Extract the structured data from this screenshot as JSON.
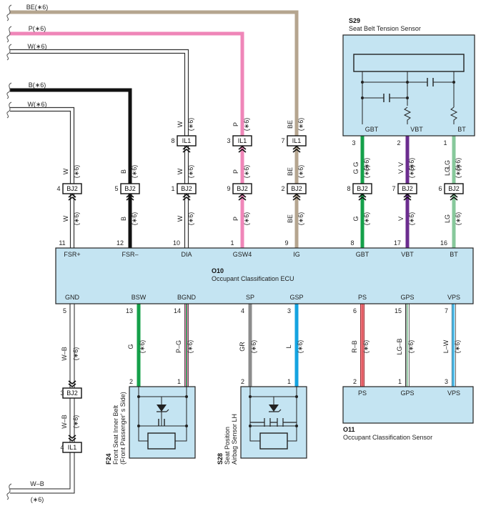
{
  "colors": {
    "box_fill": "#c4e4f2",
    "line": "#333333",
    "BE": "#b5a58f",
    "P": "#ef86b8",
    "W": "#ffffff",
    "B": "#111111",
    "G": "#15a04a",
    "V": "#6b2d8f",
    "LG": "#87c89b",
    "GR": "#8c8c8c",
    "L": "#14a3e0",
    "R": "#e0303a",
    "PG": "#ef86b8"
  },
  "sensor_s29": {
    "code": "S29",
    "name": "Seat Belt Tension Sensor",
    "pins": [
      "GBT",
      "VBT",
      "BT"
    ]
  },
  "ecu_o10": {
    "code": "O10",
    "name": "Occupant Classification ECU",
    "top_pins": [
      "FSR+",
      "FSR–",
      "DIA",
      "GSW4",
      "IG",
      "GBT",
      "VBT",
      "BT"
    ],
    "bottom_pins": [
      "GND",
      "BSW",
      "BGND",
      "SP",
      "GSP",
      "PS",
      "GPS",
      "VPS"
    ]
  },
  "sensor_f24": {
    "code": "F24",
    "name_line1": "Front Seat Inner Belt",
    "name_line2": "(Front Passenger' s Side)"
  },
  "sensor_s28": {
    "code": "S28",
    "name_line1": "Seat Position",
    "name_line2": "Airbag Sensor LH"
  },
  "sensor_o11": {
    "code": "O11",
    "name": "Occupant Classification Sensor",
    "pins": [
      "PS",
      "GPS",
      "VPS"
    ]
  },
  "connectors": {
    "bj2": "BJ2",
    "il1": "IL1"
  },
  "mark": "(∗6)",
  "top_wires": [
    {
      "label": "BE(∗6)"
    },
    {
      "label": "P(∗6)"
    },
    {
      "label": "W(∗6)"
    },
    {
      "label": "B(∗6)"
    },
    {
      "label": "W(∗6)"
    }
  ],
  "columns": [
    {
      "il1_pin": "",
      "il1_color": "",
      "bj2_pin": "4",
      "bj2_color": "W",
      "ecu_pin": "11",
      "ecu_color": "W"
    },
    {
      "il1_pin": "",
      "il1_color": "",
      "bj2_pin": "5",
      "bj2_color": "B",
      "ecu_pin": "12",
      "ecu_color": "B"
    },
    {
      "il1_pin": "8",
      "il1_color": "W",
      "bj2_pin": "1",
      "bj2_color": "W",
      "ecu_pin": "10",
      "ecu_color": "W"
    },
    {
      "il1_pin": "3",
      "il1_color": "P",
      "bj2_pin": "9",
      "bj2_color": "P",
      "ecu_pin": "1",
      "ecu_color": "P"
    },
    {
      "il1_pin": "7",
      "il1_color": "BE",
      "bj2_pin": "2",
      "bj2_color": "BE",
      "ecu_pin": "9",
      "ecu_color": "BE"
    },
    {
      "s29_pin": "3",
      "s29_color": "G",
      "bj2_pin": "8",
      "bj2_color": "G",
      "ecu_pin": "8",
      "ecu_color": "G"
    },
    {
      "s29_pin": "2",
      "s29_color": "V",
      "bj2_pin": "7",
      "bj2_color": "V",
      "ecu_pin": "17",
      "ecu_color": "V"
    },
    {
      "s29_pin": "1",
      "s29_color": "LG",
      "bj2_pin": "6",
      "bj2_color": "LG",
      "ecu_pin": "16",
      "ecu_color": "LG"
    }
  ],
  "bottom_columns": [
    {
      "ecu_pin": "5",
      "color": "W–B"
    },
    {
      "ecu_pin": "13",
      "color": "G",
      "dev_pin": "2"
    },
    {
      "ecu_pin": "14",
      "color": "P–G",
      "dev_pin": "1"
    },
    {
      "ecu_pin": "4",
      "color": "GR",
      "dev_pin": "2"
    },
    {
      "ecu_pin": "3",
      "color": "L",
      "dev_pin": "1"
    },
    {
      "ecu_pin": "6",
      "color": "R–B",
      "dev_pin": "2"
    },
    {
      "ecu_pin": "15",
      "color": "LG–B",
      "dev_pin": "1"
    },
    {
      "ecu_pin": "7",
      "color": "L–W",
      "dev_pin": "3"
    }
  ],
  "ground_path": {
    "bj2_pin": "3",
    "bj2_color": "W–B",
    "il1_pin": "4",
    "exit_label": "W–B"
  }
}
